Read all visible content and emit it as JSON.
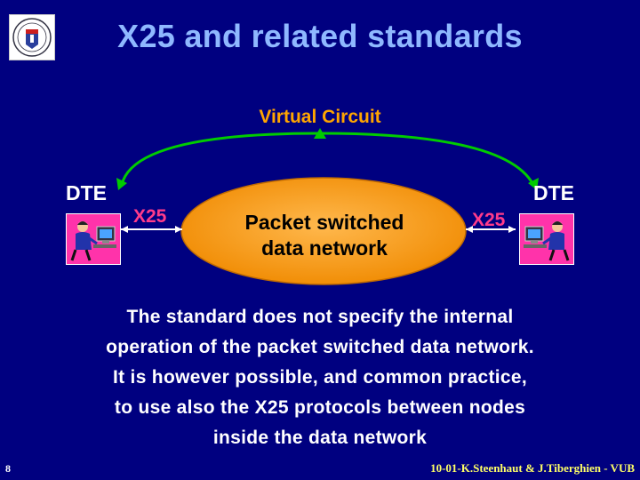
{
  "title": "X25 and related standards",
  "logo_icon": "university-seal-icon",
  "diagram": {
    "virtual_circuit_label": "Virtual Circuit",
    "dte_left": "DTE",
    "dte_right": "DTE",
    "x25_left": "X25",
    "x25_right": "X25",
    "network_line1": "Packet switched",
    "network_line2": "data network",
    "terminal_icon": "computer-user-icon",
    "colors": {
      "arc": "#00cc00",
      "label": "#ffa500",
      "x25": "#ff3b8a",
      "cloud": "#ff9f1a"
    }
  },
  "body": {
    "line1": "The standard does not specify the internal",
    "line2": "operation of the packet switched data network.",
    "line3": "It is however possible, and common practice,",
    "line4": "to use also the X25 protocols between nodes",
    "line5": "inside the data network"
  },
  "footer": {
    "page_number": "8",
    "credit": "10-01-K.Steenhaut & J.Tiberghien - VUB"
  }
}
